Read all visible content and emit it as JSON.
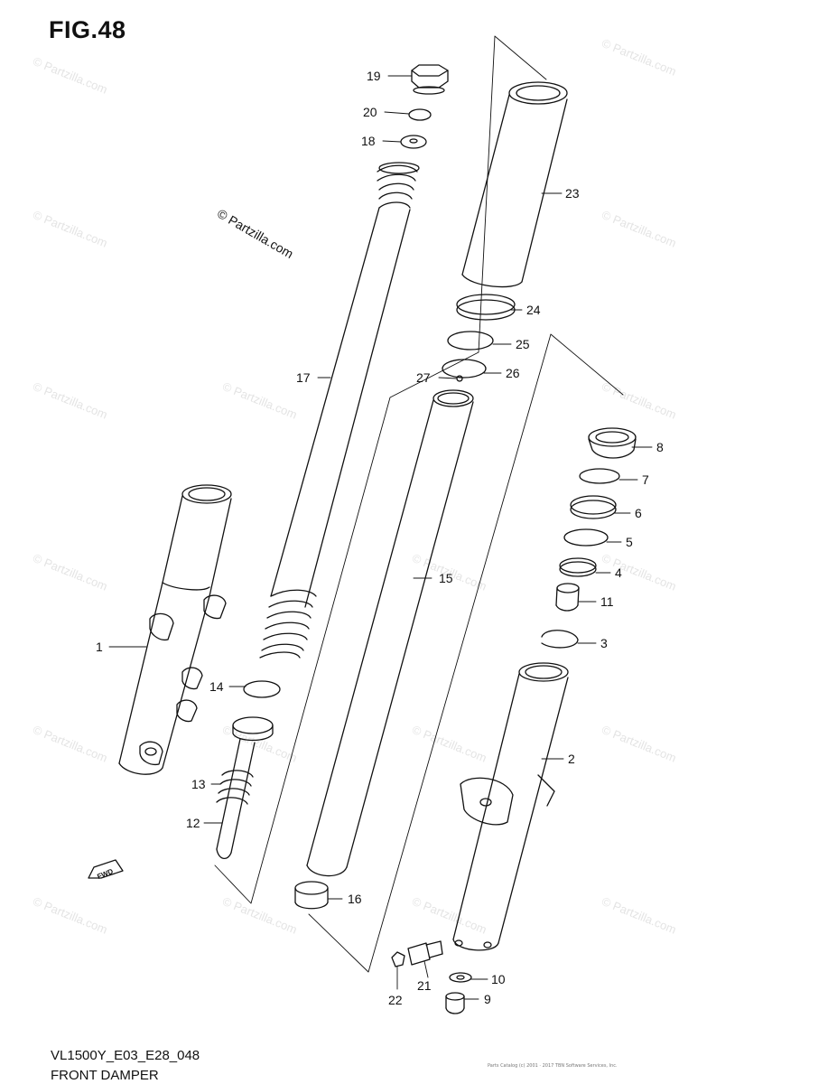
{
  "figure": {
    "title": "FIG.48",
    "model": "VL1500Y_E03_E28_048",
    "section": "FRONT DAMPER",
    "copyright": "© Partzilla.com",
    "watermark": "© Partzilla.com",
    "credit": "Parts Catalog (c) 2001 · 2017 TBN Software Services, Inc."
  },
  "fwd_label": "FWD",
  "callouts": [
    {
      "id": "1",
      "label": "1"
    },
    {
      "id": "2",
      "label": "2"
    },
    {
      "id": "3",
      "label": "3"
    },
    {
      "id": "4",
      "label": "4"
    },
    {
      "id": "5",
      "label": "5"
    },
    {
      "id": "6",
      "label": "6"
    },
    {
      "id": "7",
      "label": "7"
    },
    {
      "id": "8",
      "label": "8"
    },
    {
      "id": "9",
      "label": "9"
    },
    {
      "id": "10",
      "label": "10"
    },
    {
      "id": "11",
      "label": "11"
    },
    {
      "id": "12",
      "label": "12"
    },
    {
      "id": "13",
      "label": "13"
    },
    {
      "id": "14",
      "label": "14"
    },
    {
      "id": "15",
      "label": "15"
    },
    {
      "id": "16",
      "label": "16"
    },
    {
      "id": "17",
      "label": "17"
    },
    {
      "id": "18",
      "label": "18"
    },
    {
      "id": "19",
      "label": "19"
    },
    {
      "id": "20",
      "label": "20"
    },
    {
      "id": "21",
      "label": "21"
    },
    {
      "id": "22",
      "label": "22"
    },
    {
      "id": "23",
      "label": "23"
    },
    {
      "id": "24",
      "label": "24"
    },
    {
      "id": "25",
      "label": "25"
    },
    {
      "id": "26",
      "label": "26"
    },
    {
      "id": "27",
      "label": "27"
    }
  ]
}
